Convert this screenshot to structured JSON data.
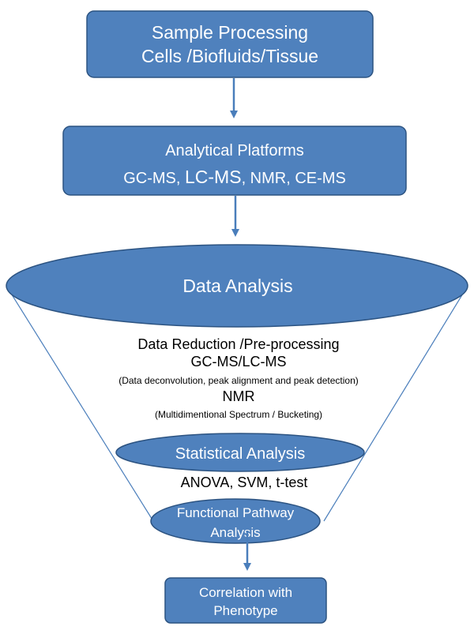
{
  "colors": {
    "box_fill": "#4f81bd",
    "box_stroke": "#2c5381",
    "arrow": "#4a7ebb",
    "funnel_line": "#4a7ebb"
  },
  "nodes": {
    "sample": {
      "line1": "Sample  Processing",
      "line2": "Cells /Biofluids/Tissue"
    },
    "platforms": {
      "line1": "Analytical Platforms",
      "line2_a": "GC-MS, ",
      "line2_b": "LC-MS",
      "line2_c": ", NMR, CE-MS"
    },
    "data_analysis": {
      "label": "Data Analysis"
    },
    "preprocessing": {
      "title": "Data Reduction /Pre-processing",
      "gcms": "GC-MS/LC-MS",
      "gcms_detail": "(Data deconvolution, peak alignment and peak detection)",
      "nmr": "NMR",
      "nmr_detail": "(Multidimentional Spectrum / Bucketing)"
    },
    "statistical": {
      "label": "Statistical Analysis"
    },
    "tests": {
      "label": "ANOVA, SVM, t-test"
    },
    "functional": {
      "line1": "Functional Pathway",
      "line2": "Analysis"
    },
    "phenotype": {
      "line1": "Correlation with",
      "line2": "Phenotype"
    }
  }
}
